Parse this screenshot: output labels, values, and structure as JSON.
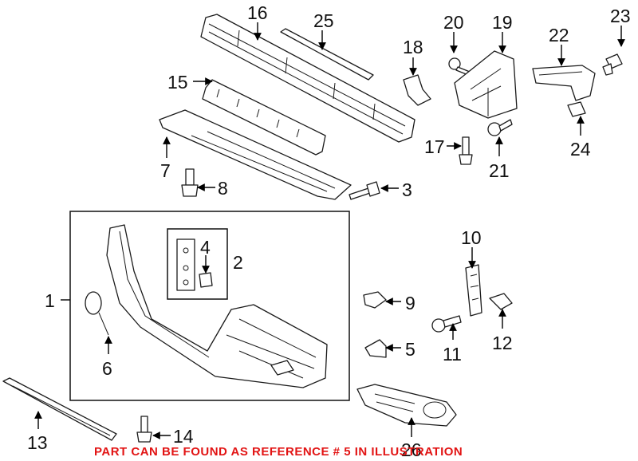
{
  "diagram": {
    "callouts": [
      "1",
      "2",
      "3",
      "4",
      "5",
      "6",
      "7",
      "8",
      "9",
      "10",
      "11",
      "12",
      "13",
      "14",
      "15",
      "16",
      "17",
      "18",
      "19",
      "20",
      "21",
      "22",
      "23",
      "24",
      "25",
      "26"
    ],
    "note": "PART CAN BE FOUND AS REFERENCE # 5 IN ILLUSTRATION",
    "note_color": "#e21414"
  }
}
